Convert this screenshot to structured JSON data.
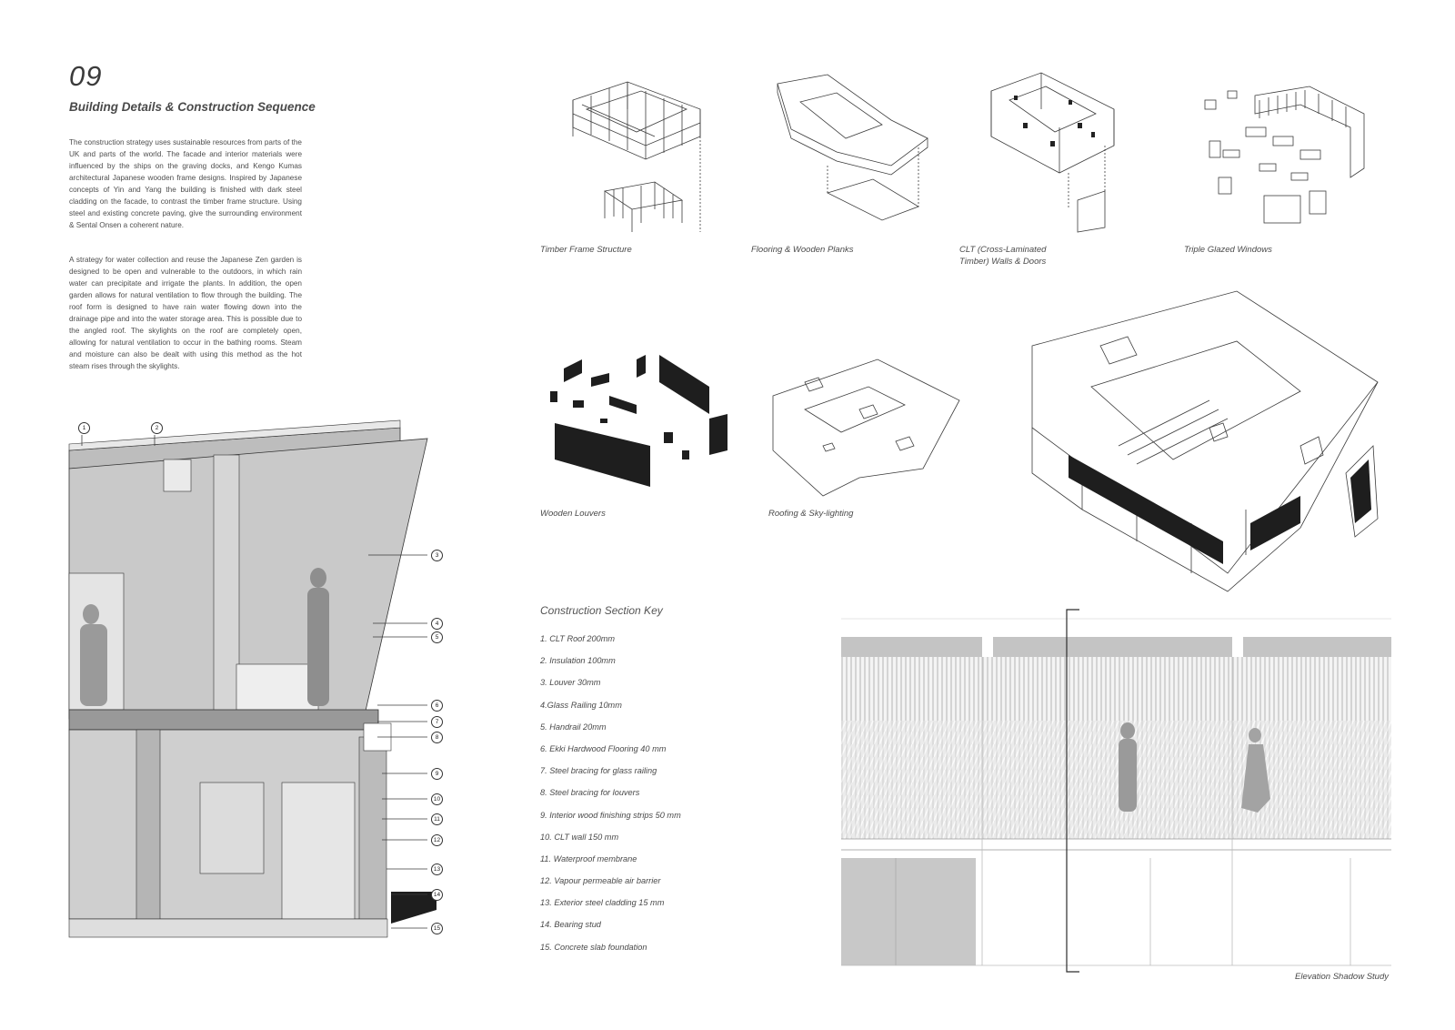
{
  "header": {
    "number": "09",
    "title": "Building Details & Construction Sequence"
  },
  "paragraphs": [
    "The construction strategy uses sustainable resources from parts of the UK and parts of the world. The facade and interior materials were influenced by the ships on the graving docks, and Kengo Kumas architectural Japanese wooden frame designs. Inspired by Japanese concepts of Yin and Yang the building is finished with dark steel cladding on the facade, to contrast the timber frame structure. Using steel and existing concrete paving, give the surrounding environment & Sental Onsen a coherent nature.",
    "A strategy for water collection and reuse the Japanese Zen garden is designed to be open and vulnerable to the outdoors, in which rain water can precipitate and irrigate the plants. In addition, the open garden allows for natural ventilation to flow through the building. The roof form is designed to have rain water flowing down into the drainage pipe and into the water storage area. This is possible due to the angled roof. The skylights on the roof are completely open, allowing for natural ventilation to occur in the bathing rooms. Steam and moisture can also be dealt with using this method as the hot steam rises through the skylights."
  ],
  "diagram_captions": {
    "timber_frame": "Timber Frame Structure",
    "flooring": "Flooring & Wooden Planks",
    "clt_line1": "CLT (Cross-Laminated",
    "clt_line2": "Timber) Walls & Doors",
    "windows": "Triple Glazed Windows",
    "louvers": "Wooden Louvers",
    "roofing": "Roofing & Sky-lighting",
    "elevation": "Elevation Shadow Study"
  },
  "section_callouts": [
    "1",
    "2",
    "3",
    "4",
    "5",
    "6",
    "7",
    "8",
    "9",
    "10",
    "11",
    "12",
    "13",
    "14",
    "15"
  ],
  "section_key": {
    "title": "Construction Section Key",
    "items": [
      "1. CLT Roof 200mm",
      "2. Insulation 100mm",
      "3. Louver 30mm",
      "4.Glass Railing 10mm",
      "5. Handrail 20mm",
      "6. Ekki Hardwood Flooring 40 mm",
      "7. Steel bracing for glass railing",
      "8. Steel bracing for louvers",
      "9. Interior wood finishing strips 50 mm",
      "10. CLT wall 150 mm",
      "11. Waterproof membrane",
      "12. Vapour permeable air barrier",
      "13. Exterior steel cladding 15 mm",
      "14. Bearing stud",
      "15. Concrete slab foundation"
    ]
  },
  "colors": {
    "wall_fill": "#c8c8c8",
    "line": "#3c3c3c",
    "cladding": "#1e1e1e"
  }
}
